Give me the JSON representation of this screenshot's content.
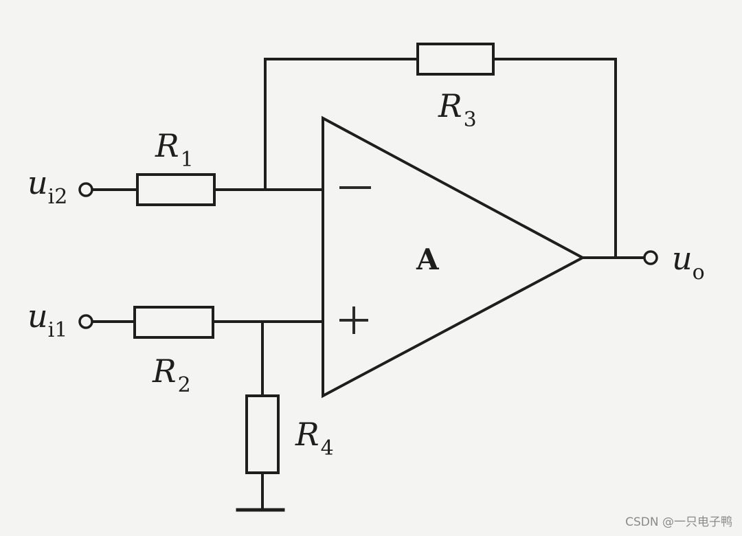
{
  "diagram": {
    "amplifier_label": "A",
    "inverting_sign": "−",
    "noninverting_sign": "+",
    "components": {
      "r1": {
        "letter": "R",
        "sub": "1"
      },
      "r2": {
        "letter": "R",
        "sub": "2"
      },
      "r3": {
        "letter": "R",
        "sub": "3"
      },
      "r4": {
        "letter": "R",
        "sub": "4"
      }
    },
    "terminals": {
      "ui2": {
        "letter": "u",
        "sub": "i2"
      },
      "ui1": {
        "letter": "u",
        "sub": "i1"
      },
      "uo": {
        "letter": "u",
        "sub": "o"
      }
    }
  },
  "watermark": "CSDN @一只电子鸭"
}
